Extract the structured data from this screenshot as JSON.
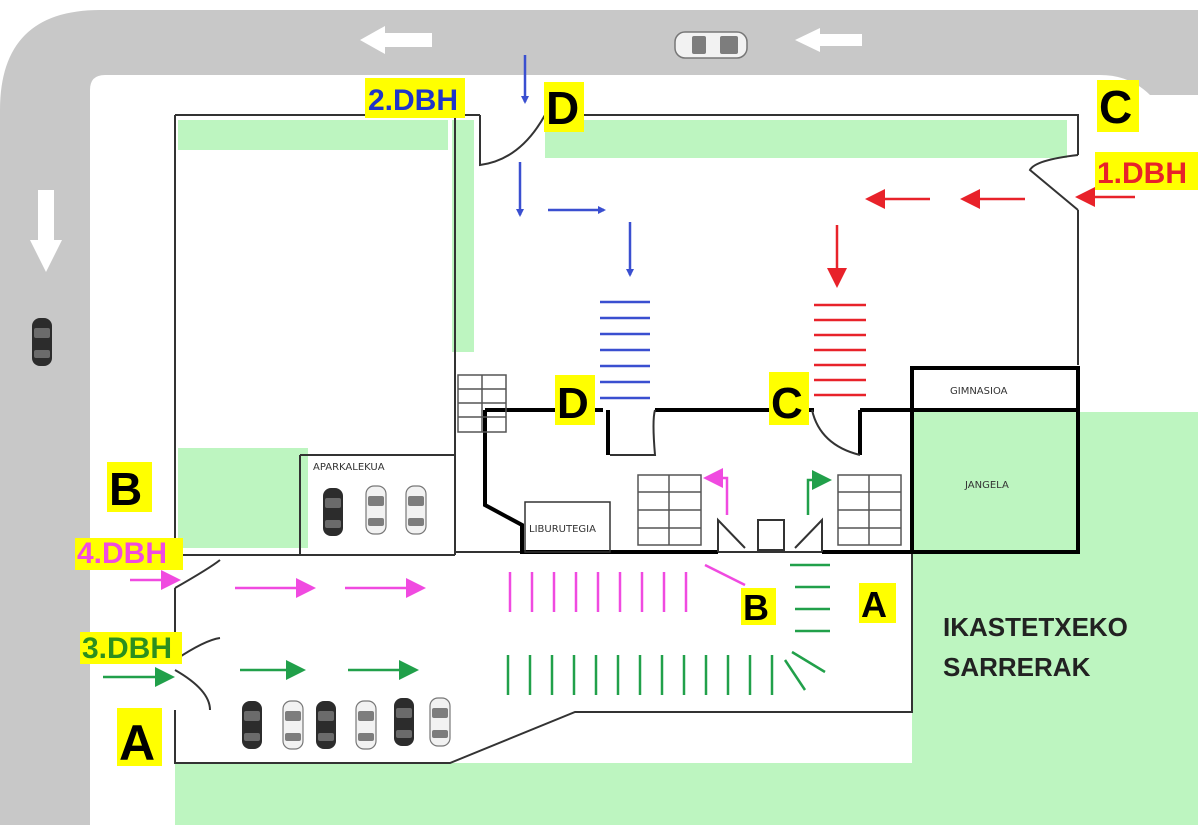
{
  "colors": {
    "road": "#c8c8c8",
    "grass": "#bdf5c0",
    "highlight": "#ffff00",
    "blue": "#3a4fd0",
    "red": "#e8222a",
    "magenta": "#f04ae0",
    "green": "#21a04a",
    "wall": "#000000"
  },
  "entrances": {
    "a_outer": "A",
    "b_outer": "B",
    "c_outer": "C",
    "d_outer": "D",
    "d_inner": "D",
    "c_inner": "C",
    "b_inner": "B",
    "a_inner": "A"
  },
  "groups": {
    "dbh1": "1.DBH",
    "dbh2": "2.DBH",
    "dbh3": "3.DBH",
    "dbh4": "4.DBH"
  },
  "rooms": {
    "gym": "GIMNASIOA",
    "dining": "JANGELA",
    "library": "LIBURUTEGIA",
    "parking": "APARKALEKUA"
  },
  "legend": {
    "line1": "IKASTETXEKO",
    "line2": "SARRERAK"
  },
  "icons": [
    "arrow-left-icon",
    "arrow-down-icon",
    "car-icon",
    "stairs-icon",
    "door-icon"
  ]
}
